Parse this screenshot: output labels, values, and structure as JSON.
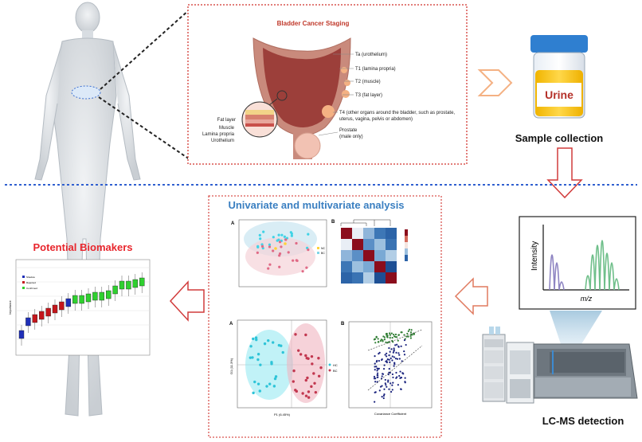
{
  "colors": {
    "title_red": "#e8262d",
    "title_blue": "#3a7fc1",
    "dotted_red": "#d9534f",
    "dotted_blue": "#2f5fd0",
    "arrow_red": "#d13b3b",
    "arrow_orange": "#f4b183",
    "urine": "#f2c21a",
    "lid": "#2f7fd0"
  },
  "staging": {
    "title": "Bladder Cancer Staging",
    "stages": [
      "Ta (urothelium)",
      "T1 (lamina propria)",
      "T2 (muscle)",
      "T3 (fat layer)",
      "T4 (other organs around the bladder, such as prostate,",
      "uterus, vagina, pelvis or abdomen)",
      "Prostate",
      "(male only)"
    ],
    "layers": [
      "Fat layer",
      "Muscle",
      "Lamina propria",
      "Urothelium"
    ]
  },
  "urine_label": "Urine",
  "sample_collection": "Sample collection",
  "analysis": {
    "title": "Univariate and multivariate analysis",
    "panel_letters": [
      "A",
      "B",
      "A",
      "B"
    ],
    "pca_legend": [
      "NC",
      "BC"
    ],
    "opls_legend": [
      "HC",
      "BC"
    ],
    "opls_xlabel": "P1 (6.45%)",
    "opls_ylabel": "O1 (11.3%)",
    "splot_xlabel": "Covariance Coefficient"
  },
  "biomarkers": {
    "title": "Potential Biomakers",
    "legend": [
      "Shadow",
      "Rejected",
      "Confirmed"
    ],
    "ylabel": "Importance"
  },
  "ms": {
    "ylabel": "Intensity",
    "xlabel": "m/z"
  },
  "lcms_label": "LC-MS detection"
}
